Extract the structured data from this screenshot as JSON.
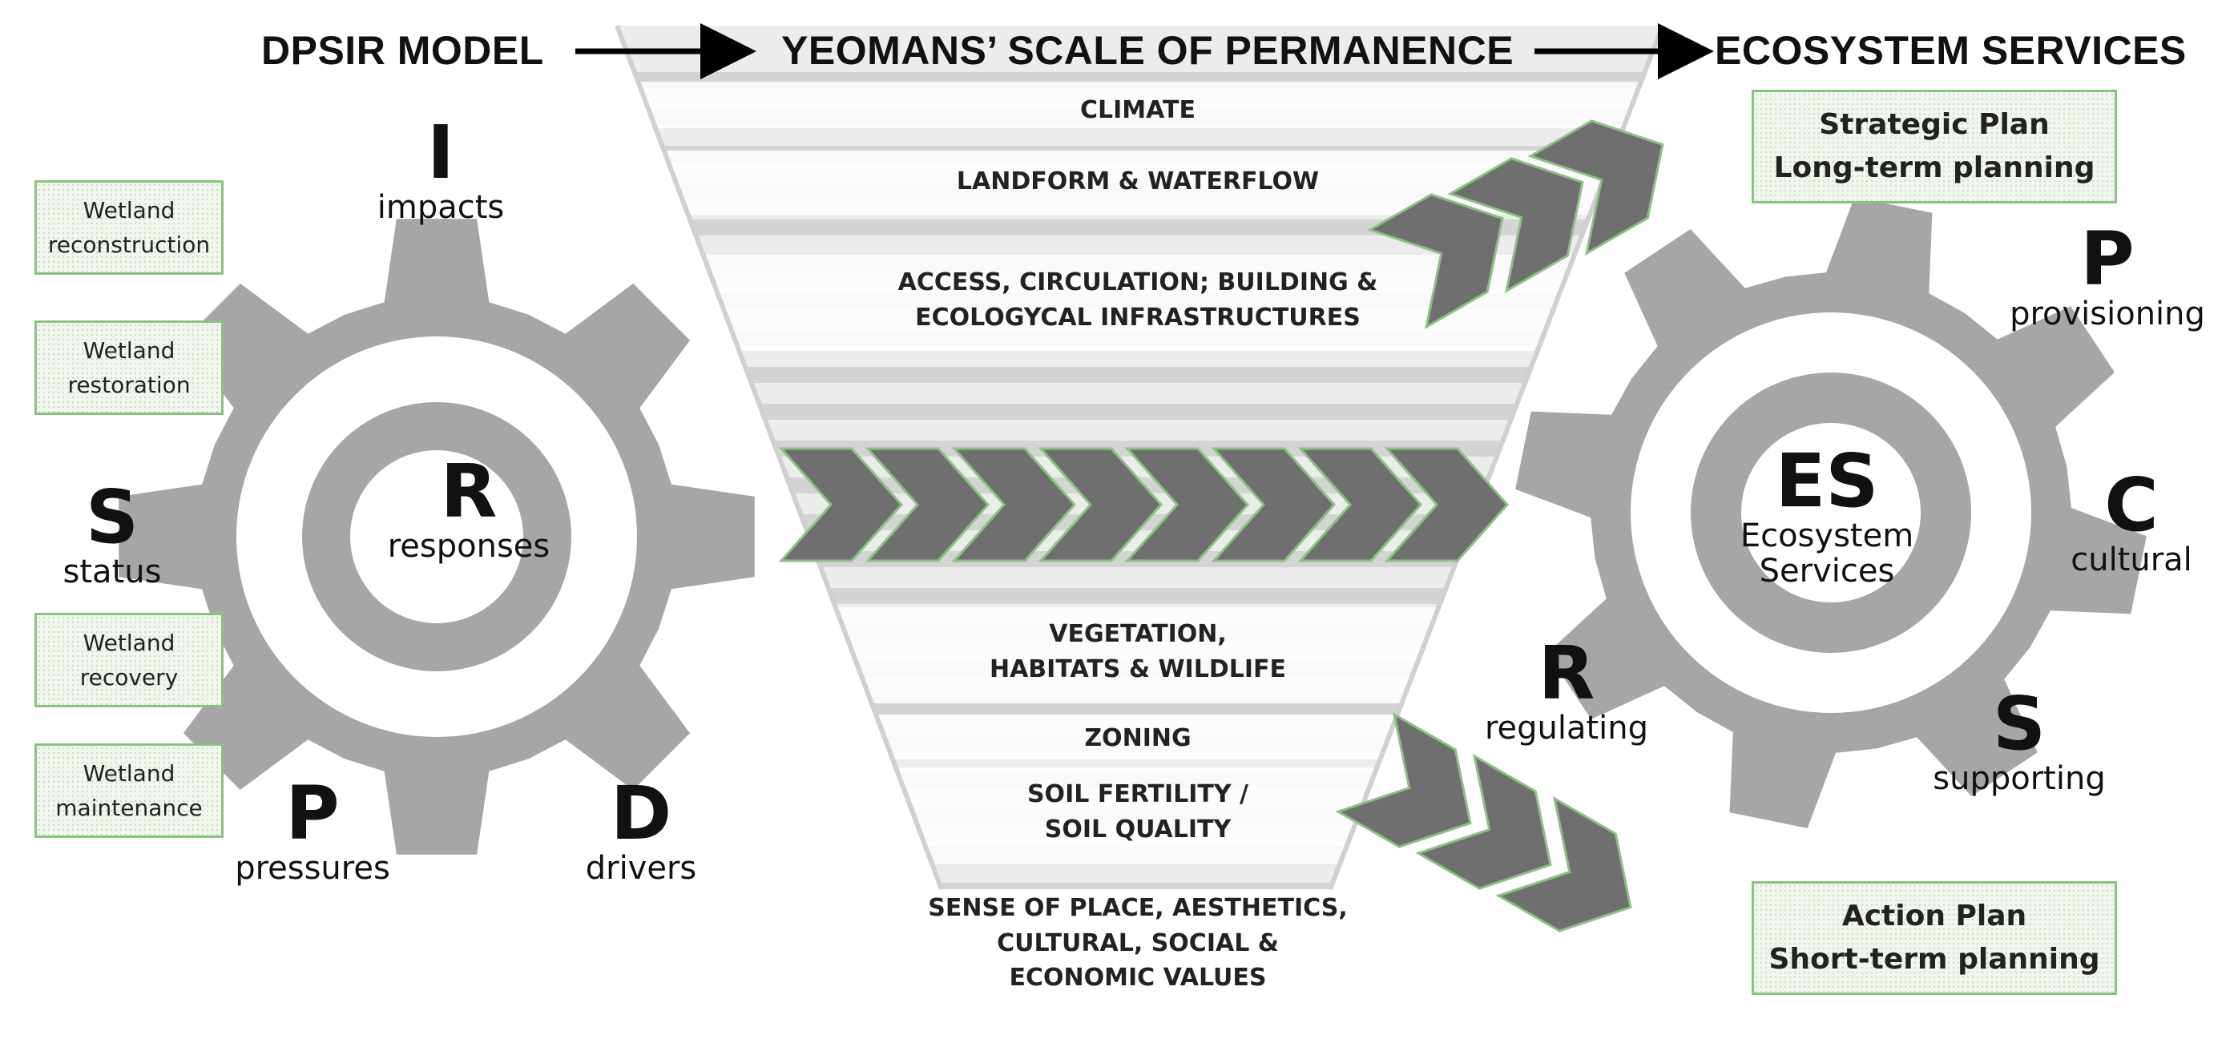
{
  "header": {
    "left": "DPSIR MODEL",
    "middle": "YEOMANS’ SCALE OF PERMANENCE",
    "right": "ECOSYSTEM SERVICES"
  },
  "dpsir": {
    "impacts": {
      "letter": "I",
      "word": "impacts"
    },
    "status": {
      "letter": "S",
      "word": "status"
    },
    "responses": {
      "letter": "R",
      "word": "responses"
    },
    "pressures": {
      "letter": "P",
      "word": "pressures"
    },
    "drivers": {
      "letter": "D",
      "word": "drivers"
    }
  },
  "wetland_boxes": [
    {
      "line1": "Wetland",
      "line2": "reconstruction"
    },
    {
      "line1": "Wetland",
      "line2": "restoration"
    },
    {
      "line1": "Wetland",
      "line2": "recovery"
    },
    {
      "line1": "Wetland",
      "line2": "maintenance"
    }
  ],
  "scale_levels": {
    "climate": "CLIMATE",
    "landform": "LANDFORM & WATERFLOW",
    "access_1": "ACCESS, CIRCULATION; BUILDING &",
    "access_2": "ECOLOGYCAL INFRASTRUCTURES",
    "vegetation_1": "VEGETATION,",
    "vegetation_2": "HABITATS & WILDLIFE",
    "zoning": "ZONING",
    "soil_1": "SOIL FERTILITY /",
    "soil_2": "SOIL QUALITY",
    "sense_1": "SENSE OF PLACE, AESTHETICS,",
    "sense_2": "CULTURAL, SOCIAL &",
    "sense_3": "ECONOMIC VALUES"
  },
  "ecosystem": {
    "center": {
      "letter": "ES",
      "line1": "Ecosystem",
      "line2": "Services"
    },
    "provisioning": {
      "letter": "P",
      "word": "provisioning"
    },
    "cultural": {
      "letter": "C",
      "word": "cultural"
    },
    "regulating": {
      "letter": "R",
      "word": "regulating"
    },
    "supporting": {
      "letter": "S",
      "word": "supporting"
    }
  },
  "plans": {
    "strategic": {
      "line1": "Strategic Plan",
      "line2": "Long-term planning"
    },
    "action": {
      "line1": "Action Plan",
      "line2": "Short-term planning"
    }
  },
  "colors": {
    "gear": "#a6a6a6",
    "chevron": "#6f6f6f",
    "chevron_outline": "#8cc084",
    "funnel_stripe": "#d4d4d4",
    "box_border": "#8cc084"
  }
}
